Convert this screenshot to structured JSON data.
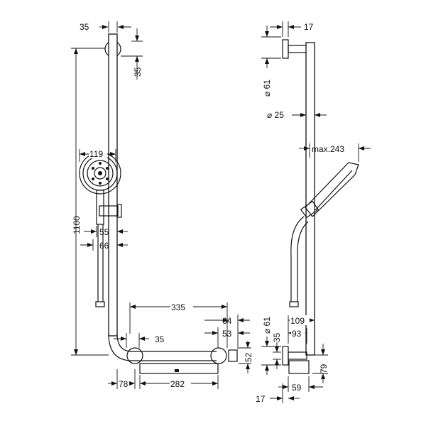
{
  "front_view": {
    "dims": {
      "top_offset": "35",
      "wall_bracket": "35",
      "total_height": "1100",
      "head_diameter": "119",
      "holder_55": "55",
      "holder_66": "66",
      "rail_length": "335",
      "bend_35": "35",
      "depth_64": "64",
      "depth_53": "53",
      "rail_52": "52",
      "bottom_78": "78",
      "shelf_282": "282"
    }
  },
  "side_view": {
    "dims": {
      "top_17": "17",
      "diameter_61": "⌀ 61",
      "diameter_25": "⌀ 25",
      "max_reach": "max.243",
      "diameter_61_low": "⌀ 61",
      "low_35": "35",
      "depth_109": "109",
      "depth_93": "93",
      "height_79": "79",
      "bottom_59": "59",
      "bottom_17": "17"
    }
  }
}
